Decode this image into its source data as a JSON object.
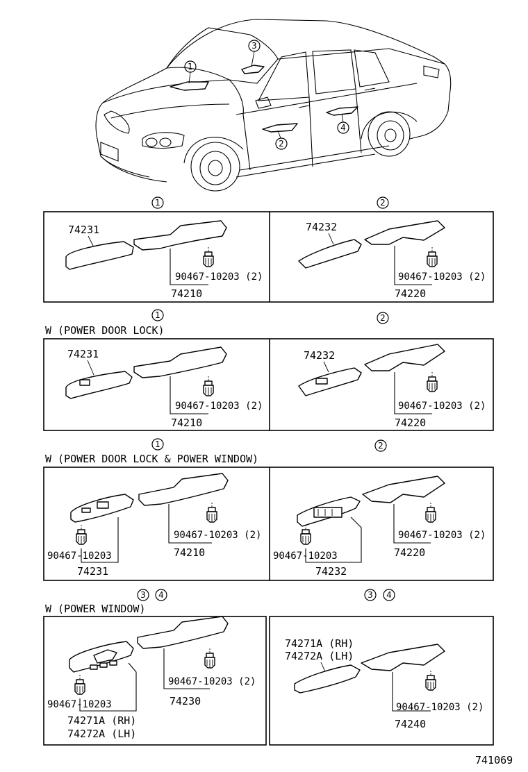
{
  "car_callouts": [
    "1",
    "2",
    "3",
    "4"
  ],
  "sections": [
    {
      "circles": [
        "1",
        "2"
      ],
      "left": {
        "circle": "1",
        "switch_label": "74231",
        "clip_label": "90467-10203 (2)",
        "base_label": "74210"
      },
      "right": {
        "circle": "2",
        "switch_label": "74232",
        "clip_label": "90467-10203 (2)",
        "base_label": "74220"
      }
    },
    {
      "title": "W (POWER DOOR LOCK)",
      "left": {
        "circle": "1",
        "switch_label": "74231",
        "clip_label": "90467-10203 (2)",
        "base_label": "74210"
      },
      "right": {
        "circle": "2",
        "switch_label": "74232",
        "clip_label": "90467-10203 (2)",
        "base_label": "74220"
      }
    },
    {
      "title": "W (POWER DOOR LOCK & POWER WINDOW)",
      "left": {
        "circle": "1",
        "switch_clip": "90467-10203",
        "switch_label": "74231",
        "clip_label": "90467-10203 (2)",
        "base_label": "74210"
      },
      "right": {
        "circle": "2",
        "switch_clip": "90467-10203",
        "switch_label": "74232",
        "clip_label": "90467-10203 (2)",
        "base_label": "74220"
      }
    },
    {
      "title": "W (POWER WINDOW)",
      "left": {
        "circles": [
          "3",
          "4"
        ],
        "switch_clip": "90467-10203",
        "switch_rh": "74271A (RH)",
        "switch_lh": "74272A (LH)",
        "clip_label": "90467-10203 (2)",
        "base_label": "74230"
      },
      "right": {
        "circles": [
          "3",
          "4"
        ],
        "switch_rh": "74271A (RH)",
        "switch_lh": "74272A (LH)",
        "clip_label": "90467-10203 (2)",
        "base_label": "74240"
      }
    }
  ],
  "figure_number": "741069"
}
